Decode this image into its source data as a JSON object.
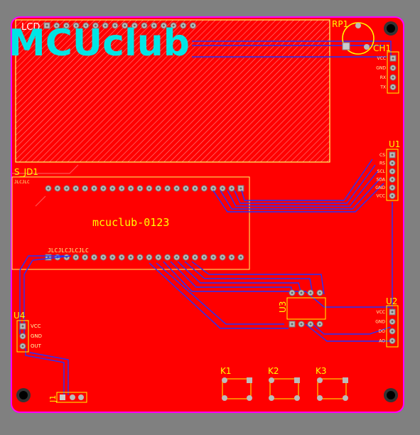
{
  "board": {
    "logo_text": "MCUclub",
    "silk_title": "mcuclub-0123",
    "colors": {
      "background": "#808080",
      "copper": "#ff0000",
      "silkscreen": "#ffff00",
      "trace": "#1a2cff",
      "outline": "#ff00ff",
      "logo": "#00e5e5"
    }
  },
  "components": {
    "lcd": "LCD",
    "rp1": "RP1",
    "ch1": "CH1",
    "u1": "U1",
    "u2": "U2",
    "u3": "U3",
    "u4": "U4",
    "sjd1": "S_JD1",
    "j1": "J1",
    "k1": "K1",
    "k2": "K2",
    "k3": "K3"
  },
  "pin_labels": {
    "u4": [
      "VCC",
      "GND",
      "OUT"
    ],
    "u2": [
      "VCC",
      "GND",
      "DO",
      "AO"
    ],
    "u1": [
      "CS",
      "RS",
      "SCL",
      "SDA",
      "GND",
      "VCC"
    ],
    "ch1": [
      "VCC",
      "GND",
      "RX",
      "TX"
    ],
    "module_bottom": "JLCJLCJLCJLC",
    "module_top": "JLCJLC"
  }
}
